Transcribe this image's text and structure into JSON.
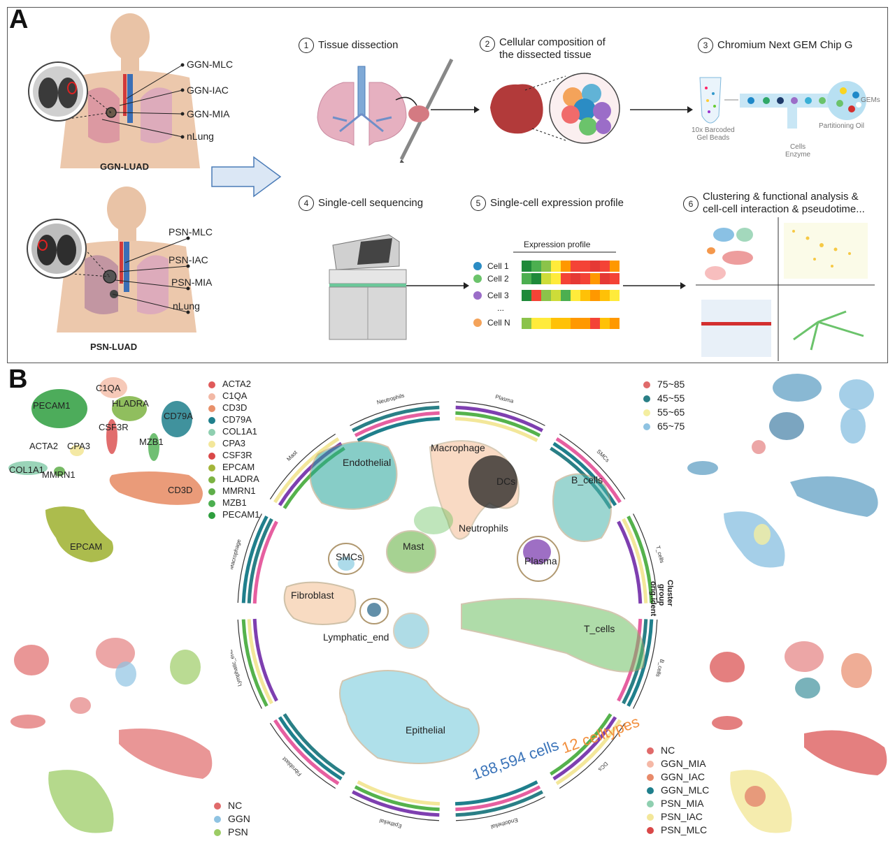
{
  "panel_a": {
    "letter": "A",
    "ggn_labels": [
      "GGN-MLC",
      "GGN-IAC",
      "GGN-MIA",
      "nLung"
    ],
    "ggn_title": "GGN-LUAD",
    "psn_labels": [
      "PSN-MLC",
      "PSN-IAC",
      "PSN-MIA",
      "nLung"
    ],
    "psn_title": "PSN-LUAD",
    "steps": [
      {
        "num": "1",
        "text": "Tissue dissection"
      },
      {
        "num": "2",
        "text": "Cellular composition of\nthe dissected tissue"
      },
      {
        "num": "3",
        "text": "Chromium Next GEM Chip G"
      },
      {
        "num": "4",
        "text": "Single-cell sequencing"
      },
      {
        "num": "5",
        "text": "Single-cell expression profile"
      },
      {
        "num": "6",
        "text": "Clustering & functional analysis &\ncell-cell interaction & pseudotime..."
      }
    ],
    "chip": {
      "beads": "10x Barcoded\nGel Beads",
      "gems": "GEMs",
      "oil": "Partitioning Oil",
      "cells": "Cells\nEnzyme"
    },
    "expression": {
      "title": "Expression profile",
      "cells": [
        "Cell 1",
        "Cell 2",
        "Cell 3",
        "...",
        "Cell N"
      ]
    }
  },
  "panel_b": {
    "letter": "B",
    "marker_legend": [
      {
        "label": "ACTA2",
        "color": "#e05a5a"
      },
      {
        "label": "C1QA",
        "color": "#f2b8a5"
      },
      {
        "label": "CD3D",
        "color": "#e8906a"
      },
      {
        "label": "CD79A",
        "color": "#1f7f8c"
      },
      {
        "label": "COL1A1",
        "color": "#8fcfb0"
      },
      {
        "label": "CPA3",
        "color": "#f3e79a"
      },
      {
        "label": "CSF3R",
        "color": "#d94848"
      },
      {
        "label": "EPCAM",
        "color": "#a3b53a"
      },
      {
        "label": "HLADRA",
        "color": "#7cb342"
      },
      {
        "label": "MMRN1",
        "color": "#5fae4a"
      },
      {
        "label": "MZB1",
        "color": "#4caf50"
      },
      {
        "label": "PECAM1",
        "color": "#2e9e3e"
      }
    ],
    "marker_umap_labels": [
      "PECAM1",
      "C1QA",
      "HLADRA",
      "CD79A",
      "CSF3R",
      "ACTA2",
      "CPA3",
      "MZB1",
      "COL1A1",
      "MMRN1",
      "CD3D",
      "EPCAM"
    ],
    "age_legend": [
      {
        "label": "75~85",
        "color": "#e06a6a"
      },
      {
        "label": "45~55",
        "color": "#2a7f86"
      },
      {
        "label": "55~65",
        "color": "#f4eea0"
      },
      {
        "label": "65~75",
        "color": "#8fc3e2"
      }
    ],
    "group_legend": [
      {
        "label": "NC",
        "color": "#e06a6a"
      },
      {
        "label": "GGN",
        "color": "#8fc3e2"
      },
      {
        "label": "PSN",
        "color": "#9ccc65"
      }
    ],
    "orig_legend": [
      {
        "label": "NC",
        "color": "#e06a6a"
      },
      {
        "label": "GGN_MIA",
        "color": "#f5b8a6"
      },
      {
        "label": "GGN_IAC",
        "color": "#e88a6a"
      },
      {
        "label": "GGN_MLC",
        "color": "#1f7f8c"
      },
      {
        "label": "PSN_MIA",
        "color": "#8fcfb0"
      },
      {
        "label": "PSN_IAC",
        "color": "#f3e79a"
      },
      {
        "label": "PSN_MLC",
        "color": "#d94848"
      }
    ],
    "central_clusters": [
      {
        "label": "Endothelial",
        "color": "#26a69a"
      },
      {
        "label": "Macrophage",
        "color": "#f28e3c"
      },
      {
        "label": "DCs",
        "color": "#111111"
      },
      {
        "label": "B_cells",
        "color": "#4db6ac"
      },
      {
        "label": "Neutrophils",
        "color": "#3fae49"
      },
      {
        "label": "SMCs",
        "color": "#5bb8d6"
      },
      {
        "label": "Mast",
        "color": "#5fae3a"
      },
      {
        "label": "Plasma",
        "color": "#7e3fb0"
      },
      {
        "label": "Fibroblast",
        "color": "#f28e3c"
      },
      {
        "label": "Lymphatic_end",
        "color": "#1f5f85"
      },
      {
        "label": "T_cells",
        "color": "#55b24c"
      },
      {
        "label": "Epithelial",
        "color": "#4fb3c9"
      }
    ],
    "ring_sectors": [
      "Plasma",
      "SMCs",
      "T_cells",
      "B_cells",
      "DCs",
      "Endothelial",
      "Epithelial",
      "Fibroblast",
      "Lymphatic_end",
      "Macrophage",
      "Mast",
      "Neutrophils"
    ],
    "ring_tracks": [
      "Cluster",
      "group",
      "orig.ident"
    ],
    "cell_count": "188,594 cells",
    "celltype_count": "12 celltypes"
  }
}
